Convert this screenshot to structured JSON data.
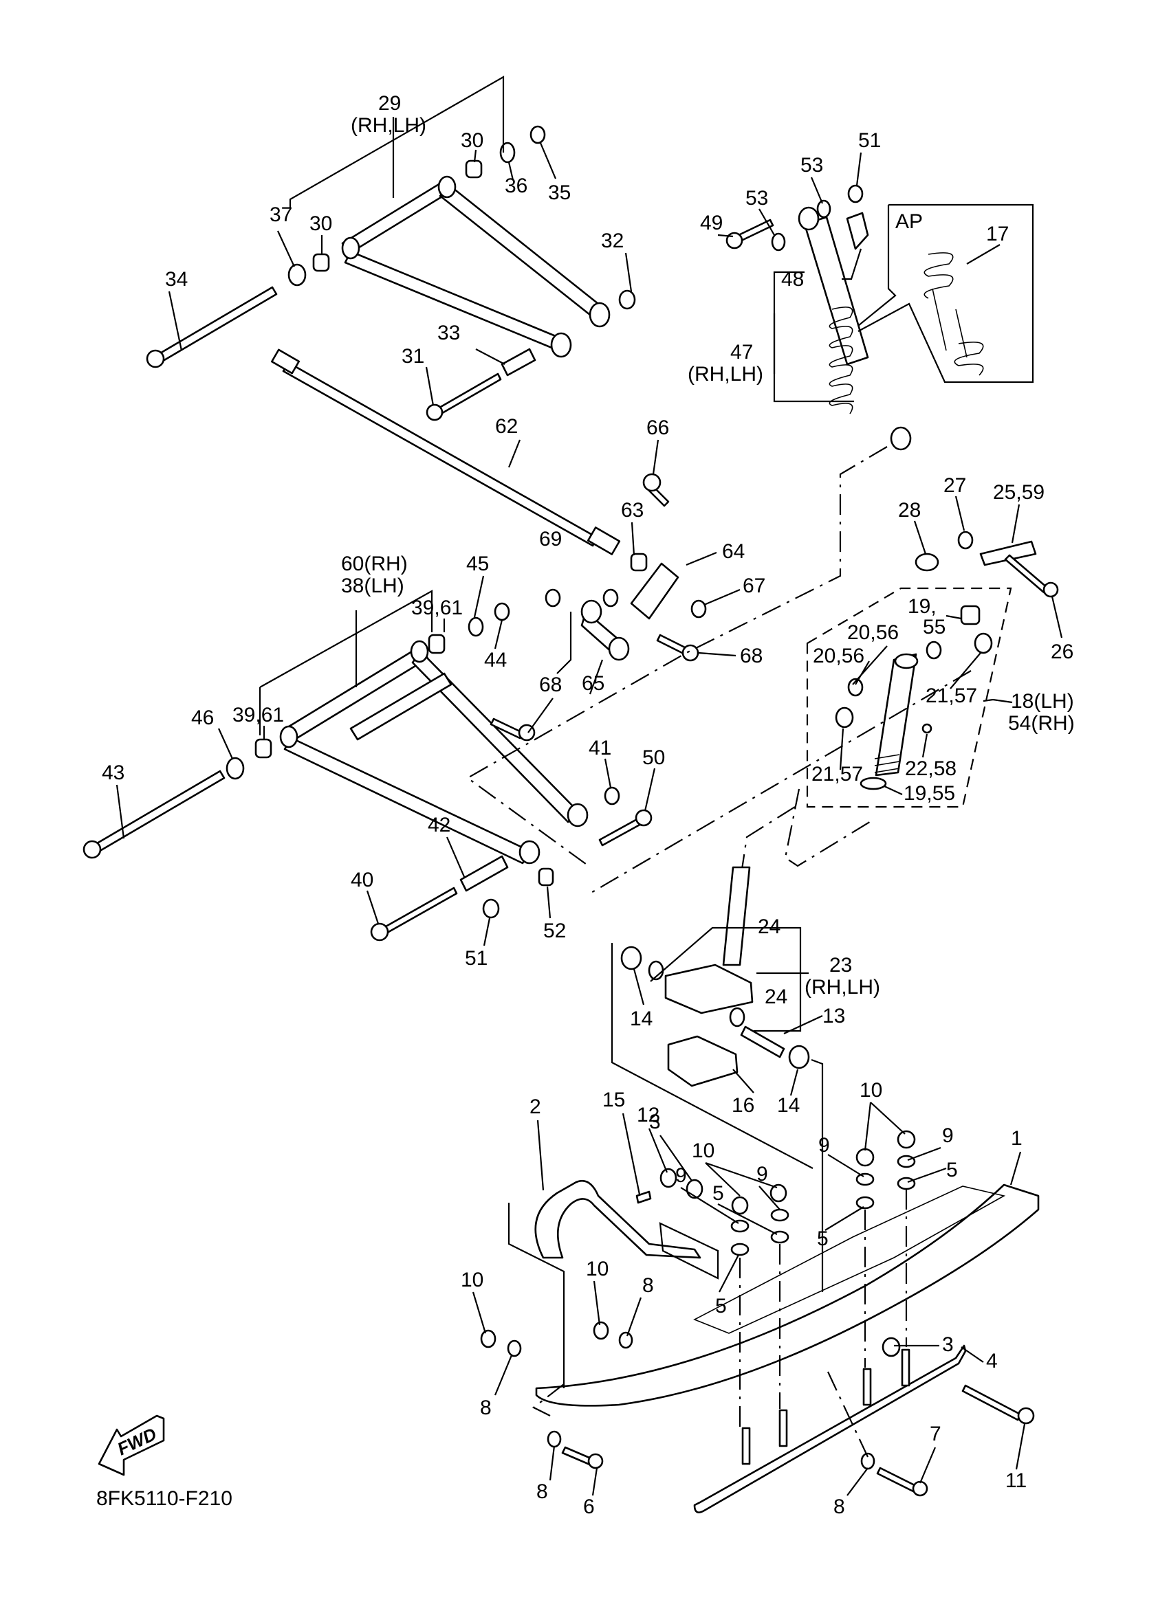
{
  "diagram": {
    "title_code": "8FK5110-F210",
    "direction_marker": "FWD",
    "inset_label": "AP",
    "callouts": {
      "c29": "29",
      "c29s": "(RH,LH)",
      "c30a": "30",
      "c30b": "30",
      "c36": "36",
      "c35": "35",
      "c37": "37",
      "c34": "34",
      "c32": "32",
      "c33": "33",
      "c31": "31",
      "c62": "62",
      "c51top": "51",
      "c53a": "53",
      "c53b": "53",
      "c49": "49",
      "c48": "48",
      "c17": "17",
      "c47": "47",
      "c47s": "(RH,LH)",
      "c66": "66",
      "c63": "63",
      "c64": "64",
      "c67": "67",
      "c68a": "68",
      "c69": "69",
      "c65": "65",
      "c68b": "68",
      "c60": "60(RH)",
      "c38": "38(LH)",
      "c45": "45",
      "c3961a": "39,61",
      "c44": "44",
      "c46": "46",
      "c3961b": "39,61",
      "c43": "43",
      "c41": "41",
      "c50": "50",
      "c42": "42",
      "c40": "40",
      "c51b": "51",
      "c52": "52",
      "c28": "28",
      "c27": "27",
      "c2559": "25,59",
      "c26": "26",
      "c19a": "19,",
      "c55a": "55",
      "c2056a": "20,56",
      "c2056b": "20,56",
      "c2157a": "21,57",
      "c18": "18(LH)",
      "c54": "54(RH)",
      "c2157b": "21,57",
      "c2258": "22,58",
      "c1955": "19,55",
      "c24a": "24",
      "c23": "23",
      "c23s": "(RH,LH)",
      "c24b": "24",
      "c14a": "14",
      "c13": "13",
      "c16": "16",
      "c14b": "14",
      "c2": "2",
      "c15": "15",
      "c12": "12",
      "c3a": "3",
      "c10a": "10",
      "c10b": "10",
      "c9a": "9",
      "c9b": "9",
      "c5a": "5",
      "c5b": "5",
      "c9c": "9",
      "c9d": "9",
      "c5c": "5",
      "c5d": "5",
      "c1": "1",
      "c10c": "10",
      "c10d": "10",
      "c8a": "8",
      "c8b": "8",
      "c3b": "3",
      "c4": "4",
      "c8c": "8",
      "c6": "6",
      "c8d": "8",
      "c7": "7",
      "c11": "11"
    }
  }
}
